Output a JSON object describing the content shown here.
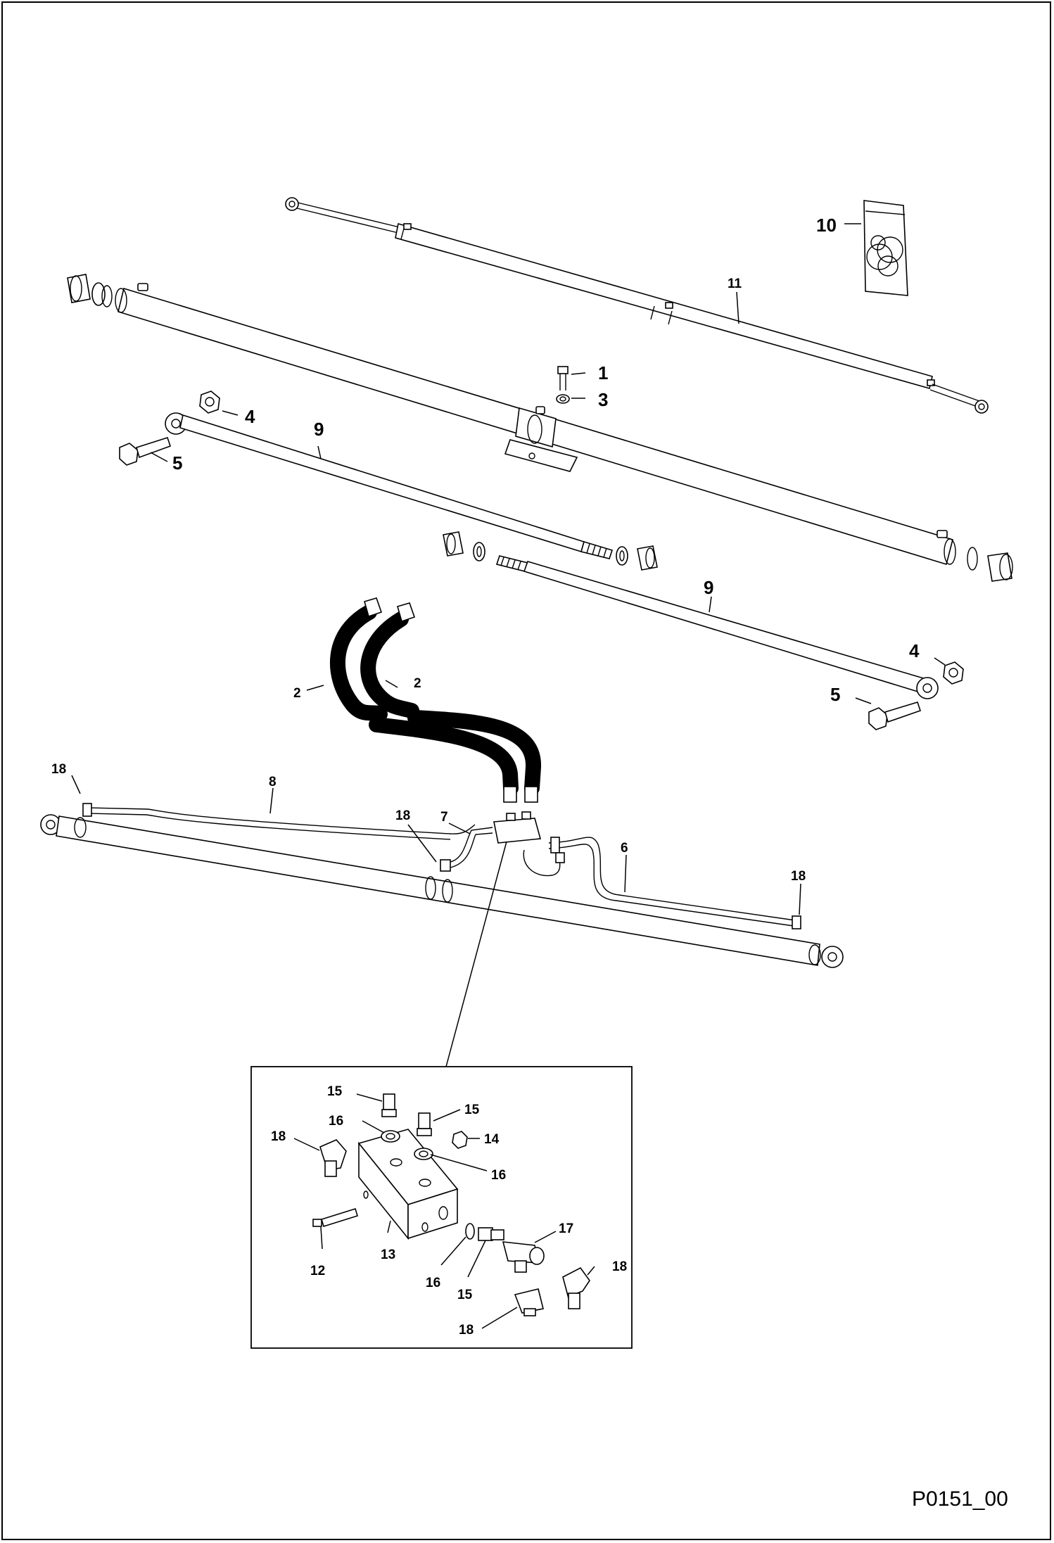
{
  "figure_ref": "P0151_00",
  "callouts": {
    "c1": "1",
    "c2a": "2",
    "c2b": "2",
    "c3": "3",
    "c4a": "4",
    "c4b": "4",
    "c5a": "5",
    "c5b": "5",
    "c6": "6",
    "c7": "7",
    "c8": "8",
    "c9a": "9",
    "c9b": "9",
    "c10": "10",
    "c11": "11",
    "c12": "12",
    "c13": "13",
    "c14": "14",
    "c15a": "15",
    "c15b": "15",
    "c15c": "15",
    "c16a": "16",
    "c16b": "16",
    "c16c": "16",
    "c17": "17",
    "c18a": "18",
    "c18b": "18",
    "c18c": "18",
    "c18d": "18",
    "c18e": "18",
    "c18f": "18"
  }
}
